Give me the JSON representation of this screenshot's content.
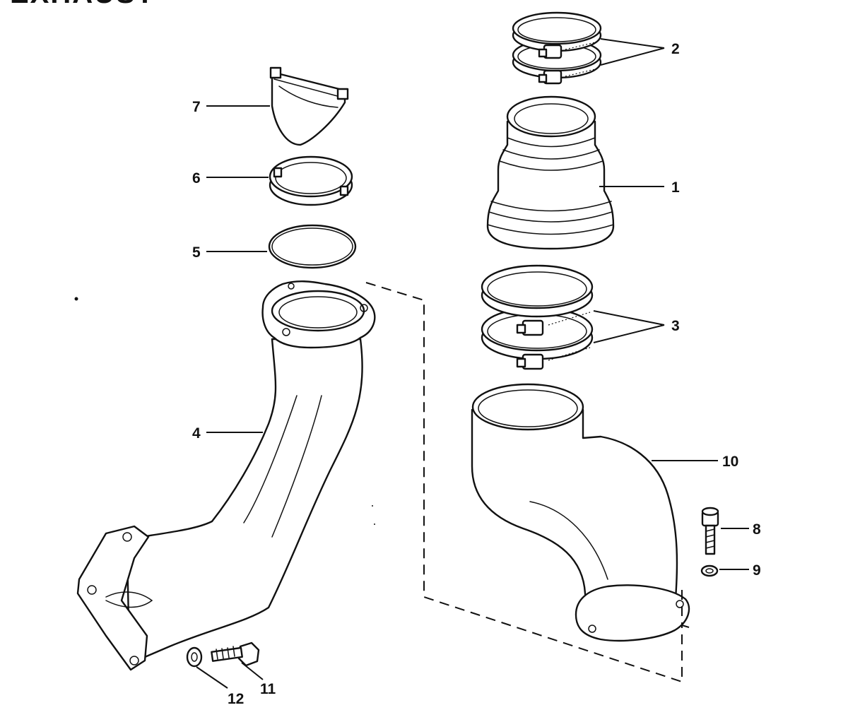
{
  "title": "EXHAUST",
  "callouts": [
    {
      "id": "1",
      "text": "1"
    },
    {
      "id": "2",
      "text": "2"
    },
    {
      "id": "3",
      "text": "3"
    },
    {
      "id": "4",
      "text": "4"
    },
    {
      "id": "5",
      "text": "5"
    },
    {
      "id": "6",
      "text": "6"
    },
    {
      "id": "7",
      "text": "7"
    },
    {
      "id": "8",
      "text": "8"
    },
    {
      "id": "9",
      "text": "9"
    },
    {
      "id": "10",
      "text": "10"
    },
    {
      "id": "11",
      "text": "11"
    },
    {
      "id": "12",
      "text": "12"
    }
  ]
}
